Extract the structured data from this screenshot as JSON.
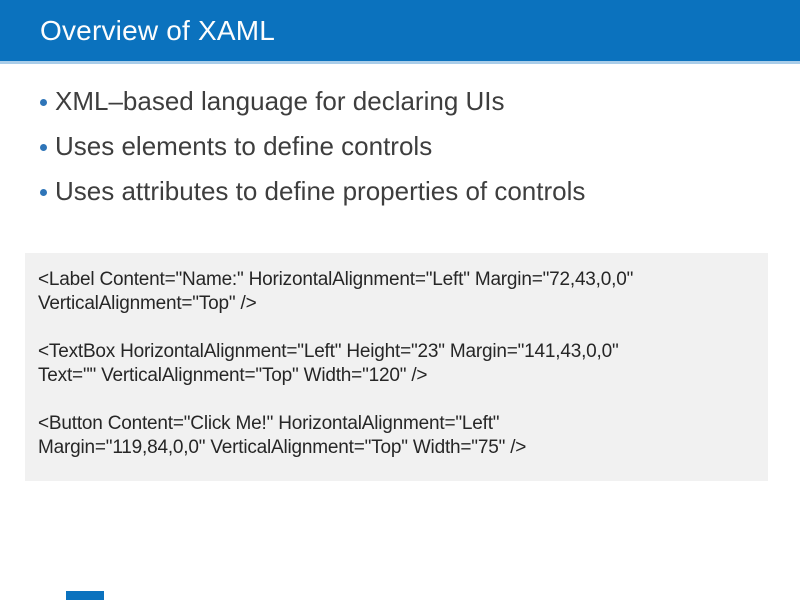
{
  "slide": {
    "title": "Overview of XAML",
    "colors": {
      "header_bar": "#0b72be",
      "header_underline": "#a9cde9",
      "title_text": "#fdfdfd",
      "bullet_dot": "#2e75b8",
      "body_text": "#3e3e3e",
      "code_background": "#f1f1f1",
      "code_text": "#262626",
      "footer_accent": "#0b72be"
    },
    "bullets": [
      "XML–based language for declaring UIs",
      "Uses elements to define controls",
      "Uses attributes to define properties of controls"
    ],
    "code": {
      "lines": [
        "<Label Content=\"Name:\" HorizontalAlignment=\"Left\" Margin=\"72,43,0,0\"",
        "VerticalAlignment=\"Top\" />",
        "",
        "<TextBox HorizontalAlignment=\"Left\" Height=\"23\" Margin=\"141,43,0,0\"",
        "Text=\"\" VerticalAlignment=\"Top\" Width=\"120\" />",
        "",
        "<Button Content=\"Click Me!\" HorizontalAlignment=\"Left\"",
        "Margin=\"119,84,0,0\" VerticalAlignment=\"Top\" Width=\"75\" />"
      ]
    }
  }
}
